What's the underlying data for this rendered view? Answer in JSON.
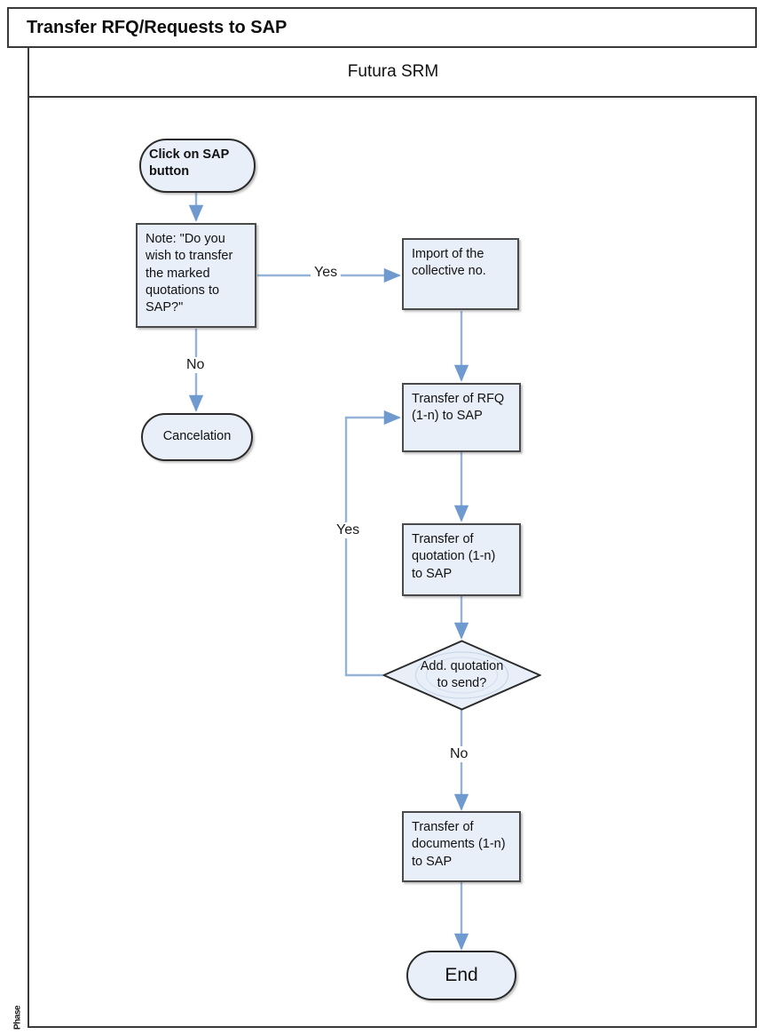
{
  "pool": {
    "title": "Transfer RFQ/Requests to SAP",
    "phase_label": "Phase",
    "lane_title": "Futura SRM"
  },
  "colors": {
    "node_fill": "#e9eff8",
    "node_border": "#4a4a4a",
    "terminator_border": "#2b2b2b",
    "connector": "#95b3d7",
    "frame": "#3a3a3a",
    "text": "#111111"
  },
  "nodes": {
    "start": {
      "label": "Click on SAP\nbutton",
      "shape": "terminator"
    },
    "note": {
      "label": "Note: \"Do you\nwish to transfer\nthe marked\nquotations to\nSAP?\"",
      "shape": "process"
    },
    "cancelation": {
      "label": "Cancelation",
      "shape": "terminator"
    },
    "import_collective": {
      "label": "Import of the\ncollective no.",
      "shape": "process"
    },
    "transfer_rfq": {
      "label": "Transfer of RFQ\n(1-n) to SAP",
      "shape": "process"
    },
    "transfer_quotation": {
      "label": "Transfer of\nquotation (1-n)\nto SAP",
      "shape": "process"
    },
    "decision_add_quotation": {
      "label": "Add. quotation\nto send?",
      "shape": "decision"
    },
    "transfer_documents": {
      "label": "Transfer of\ndocuments (1-n)\nto SAP",
      "shape": "process"
    },
    "end": {
      "label": "End",
      "shape": "terminator"
    }
  },
  "edge_labels": {
    "note_yes": "Yes",
    "note_no": "No",
    "decision_yes": "Yes",
    "decision_no": "No"
  }
}
